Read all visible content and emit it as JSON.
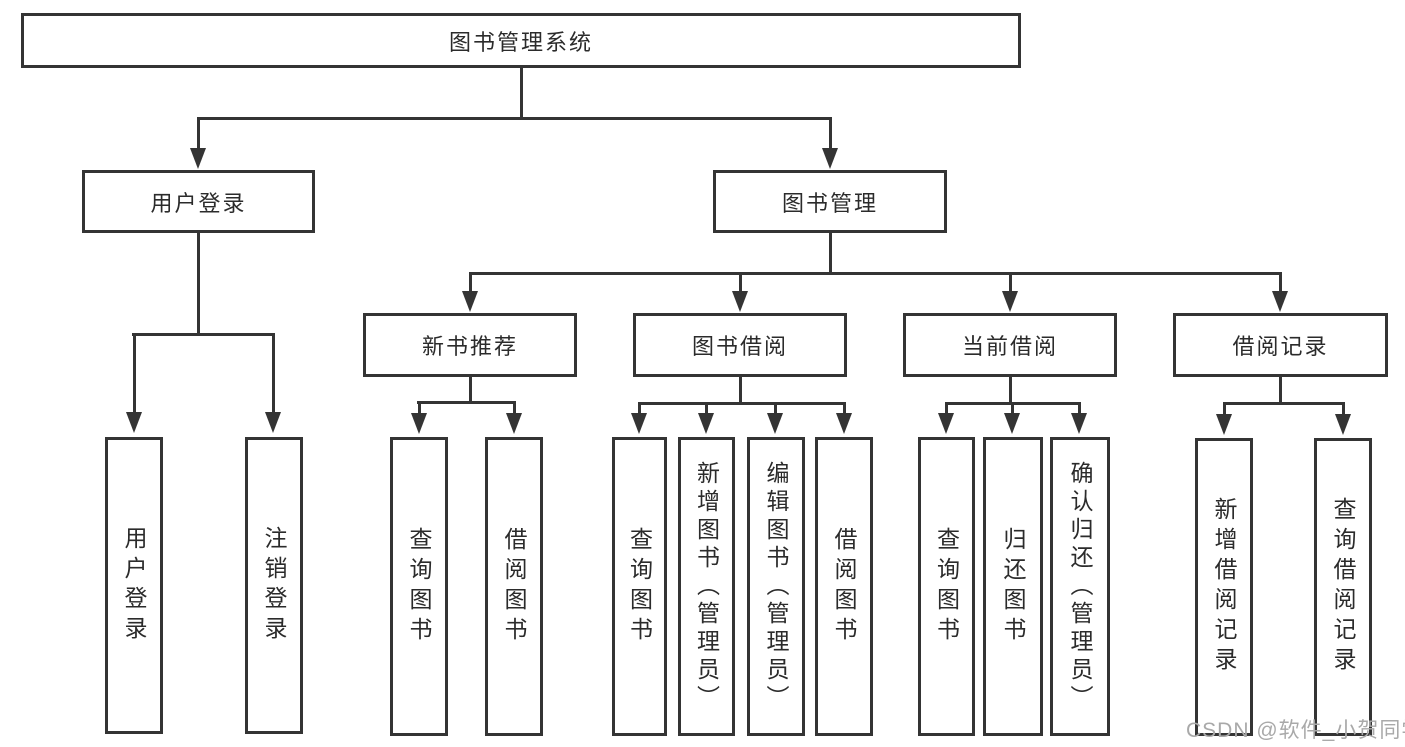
{
  "diagram": {
    "root": {
      "label": "图书管理系统"
    },
    "level1": [
      {
        "label": "用户登录"
      },
      {
        "label": "图书管理"
      }
    ],
    "level2": [
      {
        "label": "新书推荐"
      },
      {
        "label": "图书借阅"
      },
      {
        "label": "当前借阅"
      },
      {
        "label": "借阅记录"
      }
    ],
    "leaves": {
      "user_login": [
        "用户登录",
        "注销登录"
      ],
      "new_books": [
        "查询图书",
        "借阅图书"
      ],
      "borrow": [
        "查询图书",
        "新增图书（管理员）",
        "编辑图书（管理员）",
        "借阅图书"
      ],
      "current": [
        "查询图书",
        "归还图书",
        "确认归还（管理员）"
      ],
      "records": [
        "新增借阅记录",
        "查询借阅记录"
      ]
    }
  },
  "watermark": "CSDN @软件_小贺同学",
  "colors": {
    "line": "#343434",
    "text": "#2b2b2b",
    "watermark": "#a9a9a9",
    "background": "#ffffff"
  }
}
